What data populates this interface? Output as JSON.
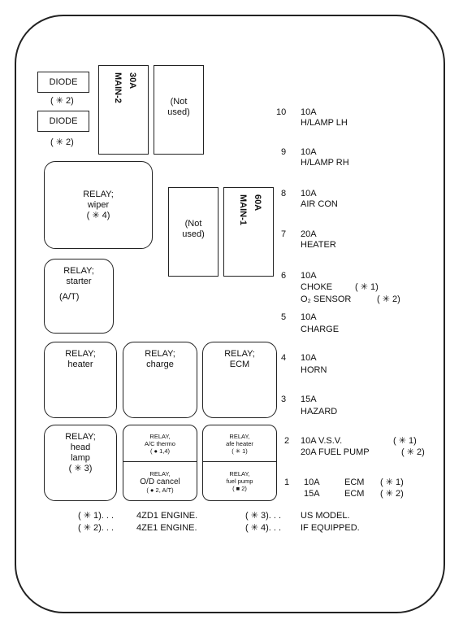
{
  "diode1": {
    "label": "DIODE",
    "note": "( ✳ 2)"
  },
  "diode2": {
    "label": "DIODE",
    "note": "( ✳ 2)"
  },
  "main2": {
    "amp": "30A",
    "name": "MAIN-2"
  },
  "not_used_1": {
    "l1": "(Not",
    "l2": "used)"
  },
  "not_used_2": {
    "l1": "(Not",
    "l2": "used)"
  },
  "main1": {
    "amp": "60A",
    "name": "MAIN-1"
  },
  "relay_wiper": {
    "l1": "RELAY;",
    "l2": "wiper",
    "l3": "( ✳  4)"
  },
  "relay_starter": {
    "l1": "RELAY;",
    "l2": "starter",
    "l3": "(A/T)"
  },
  "relay_heater": {
    "l1": "RELAY;",
    "l2": "heater"
  },
  "relay_charge": {
    "l1": "RELAY;",
    "l2": "charge"
  },
  "relay_ecm": {
    "l1": "RELAY;",
    "l2": "ECM"
  },
  "relay_headlamp": {
    "l1": "RELAY;",
    "l2": "head",
    "l3": "lamp",
    "l4": "( ✳  3)"
  },
  "relay_ac": {
    "l1": "RELAY,",
    "l2": "A/C thermo",
    "l3": "( ● 1,4)"
  },
  "relay_od": {
    "l1": "RELAY,",
    "l2": "O/D cancel",
    "l3": "( ● 2, A/T)"
  },
  "relay_afe": {
    "l1": "RELAY,",
    "l2": "afe heater",
    "l3": "( ✳  1)"
  },
  "relay_fuel": {
    "l1": "RELAY,",
    "l2": "fuel pump",
    "l3": "( ■  2)"
  },
  "fuses": [
    {
      "num": "10",
      "amp": "10A",
      "name": "H/LAMP LH"
    },
    {
      "num": "9",
      "amp": "10A",
      "name": "H/LAMP RH"
    },
    {
      "num": "8",
      "amp": "10A",
      "name": "AIR CON"
    },
    {
      "num": "7",
      "amp": "20A",
      "name": "HEATER"
    },
    {
      "num": "6",
      "amp": "10A",
      "name": "CHOKE",
      "name_note": "( ✳  1)",
      "name2": "O₂ SENSOR",
      "name2_note": "( ✳  2)"
    },
    {
      "num": "5",
      "amp": "10A",
      "name": "CHARGE"
    },
    {
      "num": "4",
      "amp": "10A",
      "name": "HORN"
    },
    {
      "num": "3",
      "amp": "15A",
      "name": "HAZARD"
    },
    {
      "num": "2",
      "line1": "10A V.S.V.",
      "line1_note": "( ✳  1)",
      "line2": "20A FUEL PUMP",
      "line2_note": "( ✳  2)"
    },
    {
      "num": "1",
      "line1a": "10A",
      "line1b": "ECM",
      "line1_note": "( ✳  1)",
      "line2a": "15A",
      "line2b": "ECM",
      "line2_note": "( ✳  2)"
    }
  ],
  "legend": [
    {
      "key": "( ✳  1). . .",
      "text": "4ZD1 ENGINE."
    },
    {
      "key": "( ✳  2). . .",
      "text": "4ZE1 ENGINE."
    },
    {
      "key": "( ✳  3). . .",
      "text": "US MODEL."
    },
    {
      "key": "( ✳  4). . .",
      "text": "IF EQUIPPED."
    }
  ]
}
